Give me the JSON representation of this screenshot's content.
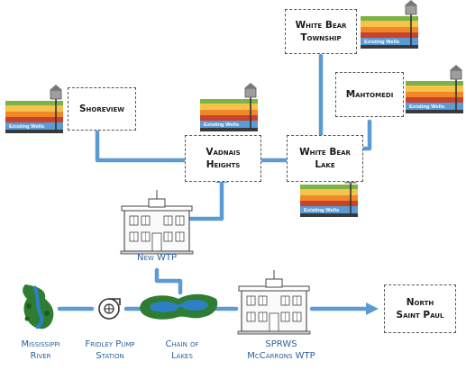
{
  "wells_label": "Existing Wells",
  "communities": {
    "white_bear_township": "White Bear\nTownship",
    "mahtomedi": "Mahtomedi",
    "shoreview": "Shoreview",
    "vadnais_heights": "Vadnais\nHeights",
    "white_bear_lake": "White Bear\nLake",
    "north_saint_paul": "North\nSaint Paul"
  },
  "sources": {
    "new_wtp": "New WTP",
    "mississippi_river": "Mississippi\nRiver",
    "fridley_pump_station": "Fridley Pump\nStation",
    "chain_of_lakes": "Chain of\nLakes",
    "sprws_wtp": "SPRWS\nMcCarrons WTP"
  },
  "colors": {
    "pipe": "#5b9bd5",
    "caption": "#2b5f9e",
    "water": "#2e7fc4",
    "vegetation": "#2e7d32"
  }
}
